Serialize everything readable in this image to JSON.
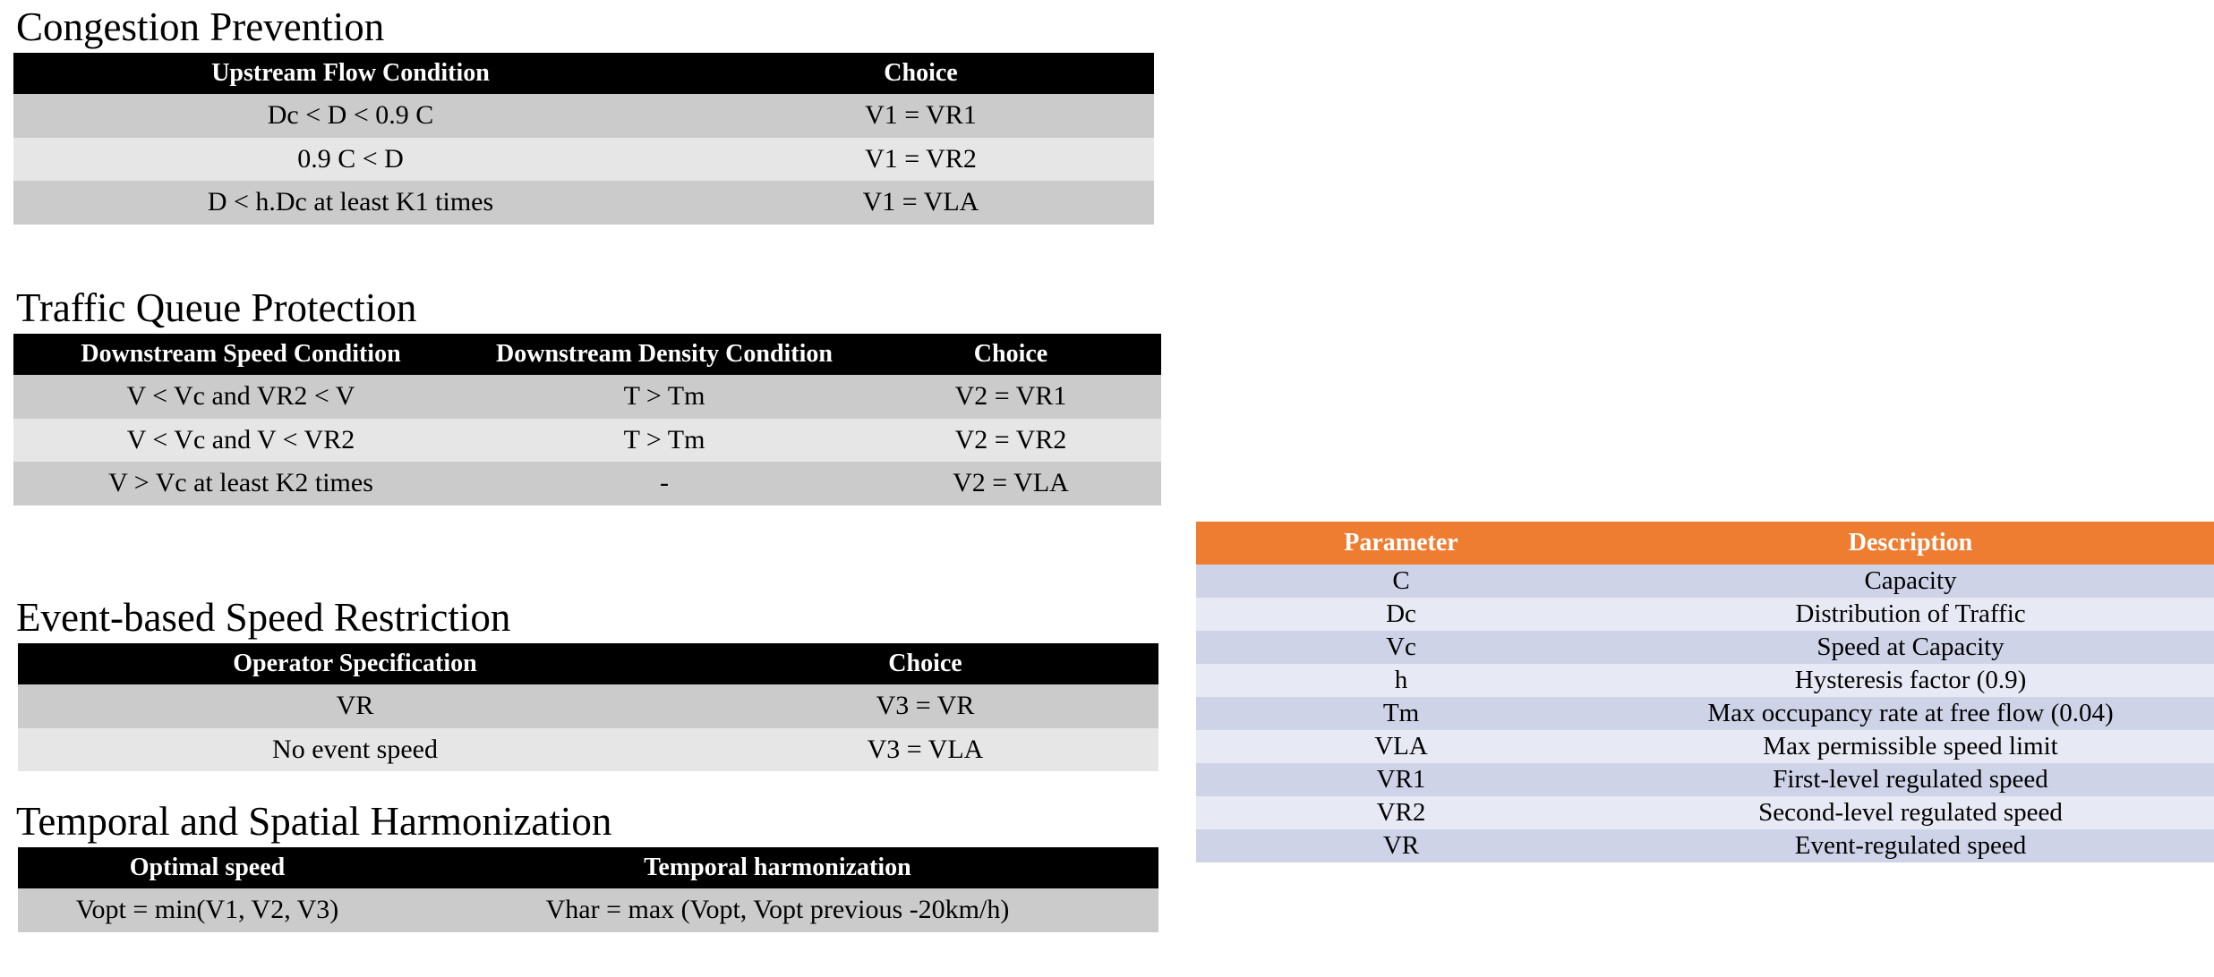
{
  "colors": {
    "header_black": "#000000",
    "header_orange": "#ee7d31",
    "row_dark_gray": "#cbcbcb",
    "row_light_gray": "#e6e6e6",
    "row_dark_blue": "#ced3e8",
    "row_light_blue": "#e7eaf4",
    "page_background": "#ffffff"
  },
  "sections": [
    {
      "title": "Congestion Prevention",
      "columns": [
        "Upstream Flow Condition",
        "Choice"
      ],
      "rows": [
        [
          "Dc < D < 0.9 C",
          "V1 = VR1"
        ],
        [
          "0.9 C < D",
          "V1 = VR2"
        ],
        [
          "D < h.Dc at least K1 times",
          "V1 = VLA"
        ]
      ]
    },
    {
      "title": "Traffic Queue Protection",
      "columns": [
        "Downstream Speed Condition",
        "Downstream Density Condition",
        "Choice"
      ],
      "rows": [
        [
          "V < Vc and VR2 < V",
          "T > Tm",
          "V2 = VR1"
        ],
        [
          "V < Vc and V < VR2",
          "T > Tm",
          "V2 = VR2"
        ],
        [
          "V > Vc at least K2 times",
          "-",
          "V2 = VLA"
        ]
      ]
    },
    {
      "title": "Event-based Speed Restriction",
      "columns": [
        "Operator Specification",
        "Choice"
      ],
      "rows": [
        [
          "VR",
          "V3 = VR"
        ],
        [
          "No event speed",
          "V3 = VLA"
        ]
      ]
    },
    {
      "title": "Temporal and Spatial Harmonization",
      "columns": [
        "Optimal speed",
        "Temporal harmonization"
      ],
      "rows": [
        [
          "Vopt = min(V1, V2, V3)",
          "Vhar = max (Vopt, Vopt previous -20km/h)"
        ]
      ]
    }
  ],
  "parameter_table": {
    "columns": [
      "Parameter",
      "Description"
    ],
    "rows": [
      [
        "C",
        "Capacity"
      ],
      [
        "Dc",
        "Distribution of Traffic"
      ],
      [
        "Vc",
        "Speed at Capacity"
      ],
      [
        "h",
        "Hysteresis factor (0.9)"
      ],
      [
        "Tm",
        "Max occupancy rate at free flow (0.04)"
      ],
      [
        "VLA",
        "Max permissible speed limit"
      ],
      [
        "VR1",
        "First-level regulated speed"
      ],
      [
        "VR2",
        "Second-level regulated speed"
      ],
      [
        "VR",
        "Event-regulated speed"
      ]
    ]
  }
}
